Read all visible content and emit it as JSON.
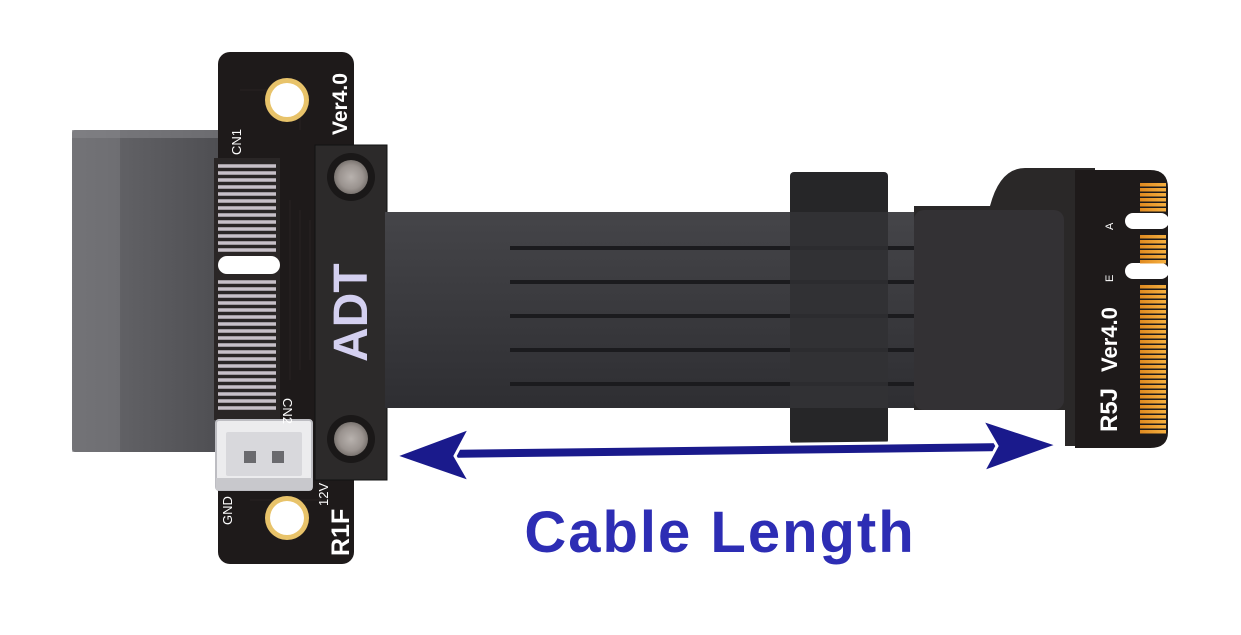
{
  "left_board": {
    "version": "Ver4.0",
    "connector_label": "CN1",
    "power_connector_label": "CN2",
    "power_12v_label": "12V",
    "gnd_label": "GND",
    "model": "R1F",
    "brand": "ADT"
  },
  "right_board": {
    "version": "Ver4.0",
    "edge_key_a": "A",
    "edge_key_e": "E",
    "model": "R5J"
  },
  "caption": "Cable Length",
  "colors": {
    "pcb": "#1e1a1a",
    "cable": "#38383c",
    "slot": "#5e5e62",
    "arrow": "#1a1a8c",
    "gold_fingers": "#f0a030",
    "caption": "#2d2db4"
  }
}
